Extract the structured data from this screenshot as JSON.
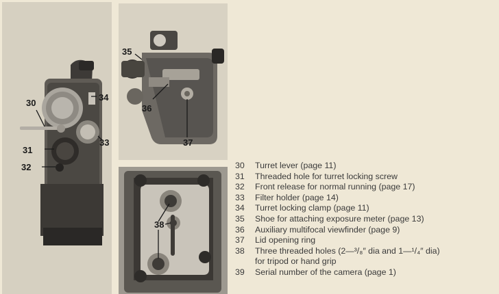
{
  "callouts": {
    "left": [
      "30",
      "31",
      "32",
      "34",
      "33"
    ],
    "top_right": [
      "35",
      "36",
      "37"
    ],
    "bottom_right": [
      "38"
    ]
  },
  "legend": [
    {
      "num": "30",
      "text": "Turret lever (page 11)"
    },
    {
      "num": "31",
      "text": "Threaded hole for turret locking screw"
    },
    {
      "num": "32",
      "text": "Front release for normal running (page 17)"
    },
    {
      "num": "33",
      "text": "Filter holder (page 14)"
    },
    {
      "num": "34",
      "text": "Turret locking clamp (page 11)"
    },
    {
      "num": "35",
      "text": "Shoe for attaching exposure meter (page 13)"
    },
    {
      "num": "36",
      "text": "Auxiliary multifocal viewfinder (page 9)"
    },
    {
      "num": "37",
      "text": "Lid opening ring"
    },
    {
      "num": "38",
      "text": "Three threaded holes (2—³/₈″ dia and 1—¹/₄″ dia)",
      "text2": "for tripod or hand grip"
    },
    {
      "num": "39",
      "text": "Serial number of the camera (page 1)"
    }
  ],
  "colors": {
    "page": "#efe8d6",
    "photo": "#d7d1c2",
    "text": "#3a3a3a"
  }
}
